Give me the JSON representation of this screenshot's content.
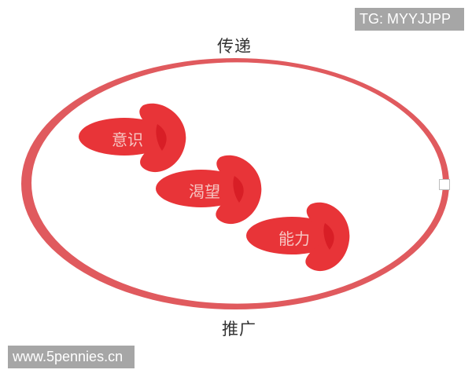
{
  "diagram": {
    "top_label": "传递",
    "bottom_label": "推广",
    "steps": [
      {
        "label": "意识"
      },
      {
        "label": "渴望"
      },
      {
        "label": "能力"
      }
    ],
    "colors": {
      "ring": "#e05a5e",
      "arrow_body": "#e83438",
      "arrow_overlap": "#d81e26",
      "arrow_text": "#f6c6c3",
      "label_text": "#333333"
    }
  },
  "watermarks": {
    "top_right": "TG: MYYJJPP",
    "bottom_left": "www.5pennies.cn"
  }
}
